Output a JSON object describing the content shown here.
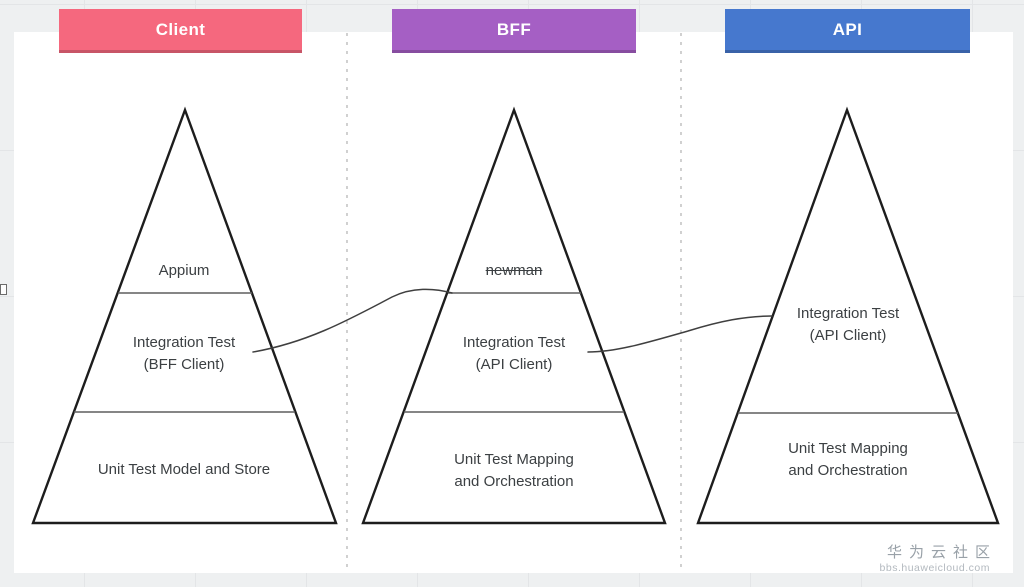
{
  "title": "Testing pyramids diagram (Client / BFF / API)",
  "columns": [
    {
      "header": "Client",
      "header_color": "#f5687e",
      "levels": [
        {
          "lines": [
            "Appium"
          ]
        },
        {
          "lines": [
            "Integration Test",
            "(BFF Client)"
          ]
        },
        {
          "lines": [
            "Unit Test Model and Store"
          ]
        }
      ]
    },
    {
      "header": "BFF",
      "header_color": "#a55fc4",
      "levels": [
        {
          "lines": [
            "newman"
          ],
          "strikethrough": true
        },
        {
          "lines": [
            "Integration Test",
            "(API Client)"
          ]
        },
        {
          "lines": [
            "Unit Test Mapping",
            "and Orchestration"
          ]
        }
      ]
    },
    {
      "header": "API",
      "header_color": "#4678ce",
      "levels": [
        {
          "lines": [
            "Integration Test",
            "(API Client)"
          ]
        },
        {
          "lines": [
            "Unit Test Mapping",
            "and Orchestration"
          ]
        }
      ]
    }
  ],
  "colors": {
    "pyramid_outline": "#1d1d1d",
    "divider_line": "#5f5f5f",
    "connector_line": "#3f3f3f",
    "dashed_separator": "#bdbdbd"
  },
  "watermark": {
    "title": "华为云社区",
    "url": "bbs.huaweicloud.com"
  }
}
